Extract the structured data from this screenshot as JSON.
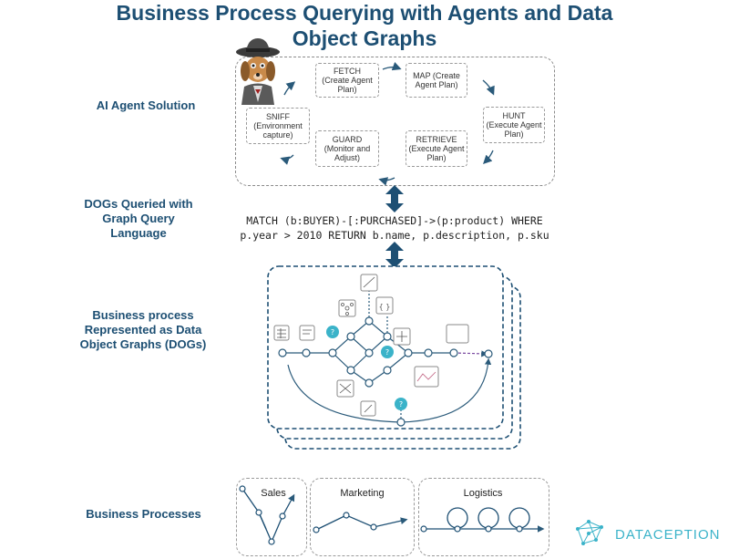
{
  "title": "Business Process Querying with Agents and Data Object Graphs",
  "labels": {
    "ai_agent": "AI Agent Solution",
    "dogs_queried": "DOGs Queried with Graph Query Language",
    "business_process": "Business process Represented as Data Object Graphs (DOGs)",
    "business_processes": "Business Processes"
  },
  "steps": {
    "fetch": {
      "name": "FETCH",
      "sub": "(Create Agent Plan)"
    },
    "map": {
      "name": "MAP (Create Agent Plan)",
      "sub": ""
    },
    "hunt": {
      "name": "HUNT",
      "sub": "(Execute Agent Plan)"
    },
    "retrieve": {
      "name": "RETRIEVE",
      "sub": "(Execute Agent Plan)"
    },
    "guard": {
      "name": "GUARD",
      "sub": "(Monitor and Adjust)"
    },
    "sniff": {
      "name": "SNIFF",
      "sub": "(Environment capture)"
    }
  },
  "query": {
    "line1": "MATCH (b:BUYER)-[:PURCHASED]->(p:product) WHERE",
    "line2": "p.year > 2010 RETURN b.name, p.description, p.sku"
  },
  "processes": {
    "sales": "Sales",
    "marketing": "Marketing",
    "logistics": "Logistics"
  },
  "logo": "DATACEPTION",
  "colors": {
    "accent": "#1d4f73",
    "teal": "#3bb3c9",
    "node": "#2a5a7a"
  }
}
